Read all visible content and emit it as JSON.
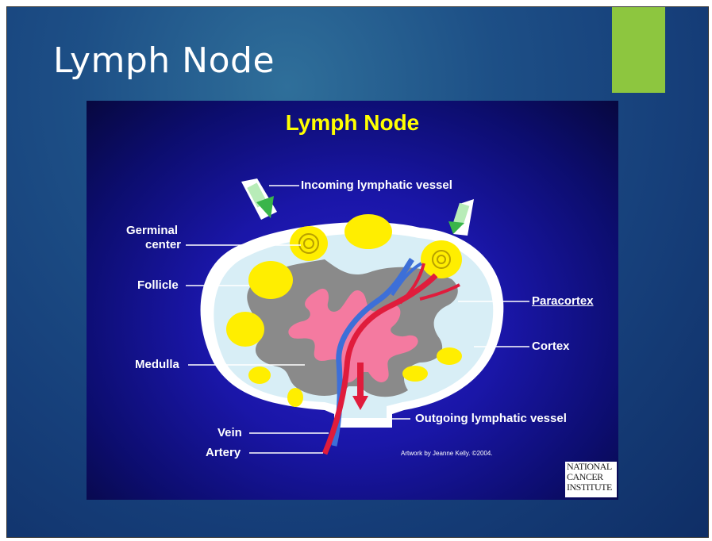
{
  "slide": {
    "title": "Lymph Node",
    "accent_color": "#8dc63f"
  },
  "figure": {
    "title": "Lymph Node",
    "labels": {
      "incoming": "Incoming lymphatic vessel",
      "germinal_line1": "Germinal",
      "germinal_line2": "center",
      "follicle": "Follicle",
      "paracortex": "Paracortex",
      "cortex": "Cortex",
      "medulla": "Medulla",
      "outgoing": "Outgoing lymphatic vessel",
      "vein": "Vein",
      "artery": "Artery"
    },
    "credit": "Artwork by Jeanne Kelly. ©2004.",
    "logo": {
      "line1": "NATIONAL",
      "line2": "CANCER",
      "line3": "INSTITUTE"
    },
    "colors": {
      "title": "#ffff00",
      "capsule": "#ffffff",
      "cortex": "#d8eef6",
      "paracortex": "#8a8a8a",
      "follicle": "#ffee00",
      "medulla": "#f47aa0",
      "artery": "#e01c3c",
      "vein": "#3d6fd8",
      "vessel": "#b8ecb8"
    }
  }
}
